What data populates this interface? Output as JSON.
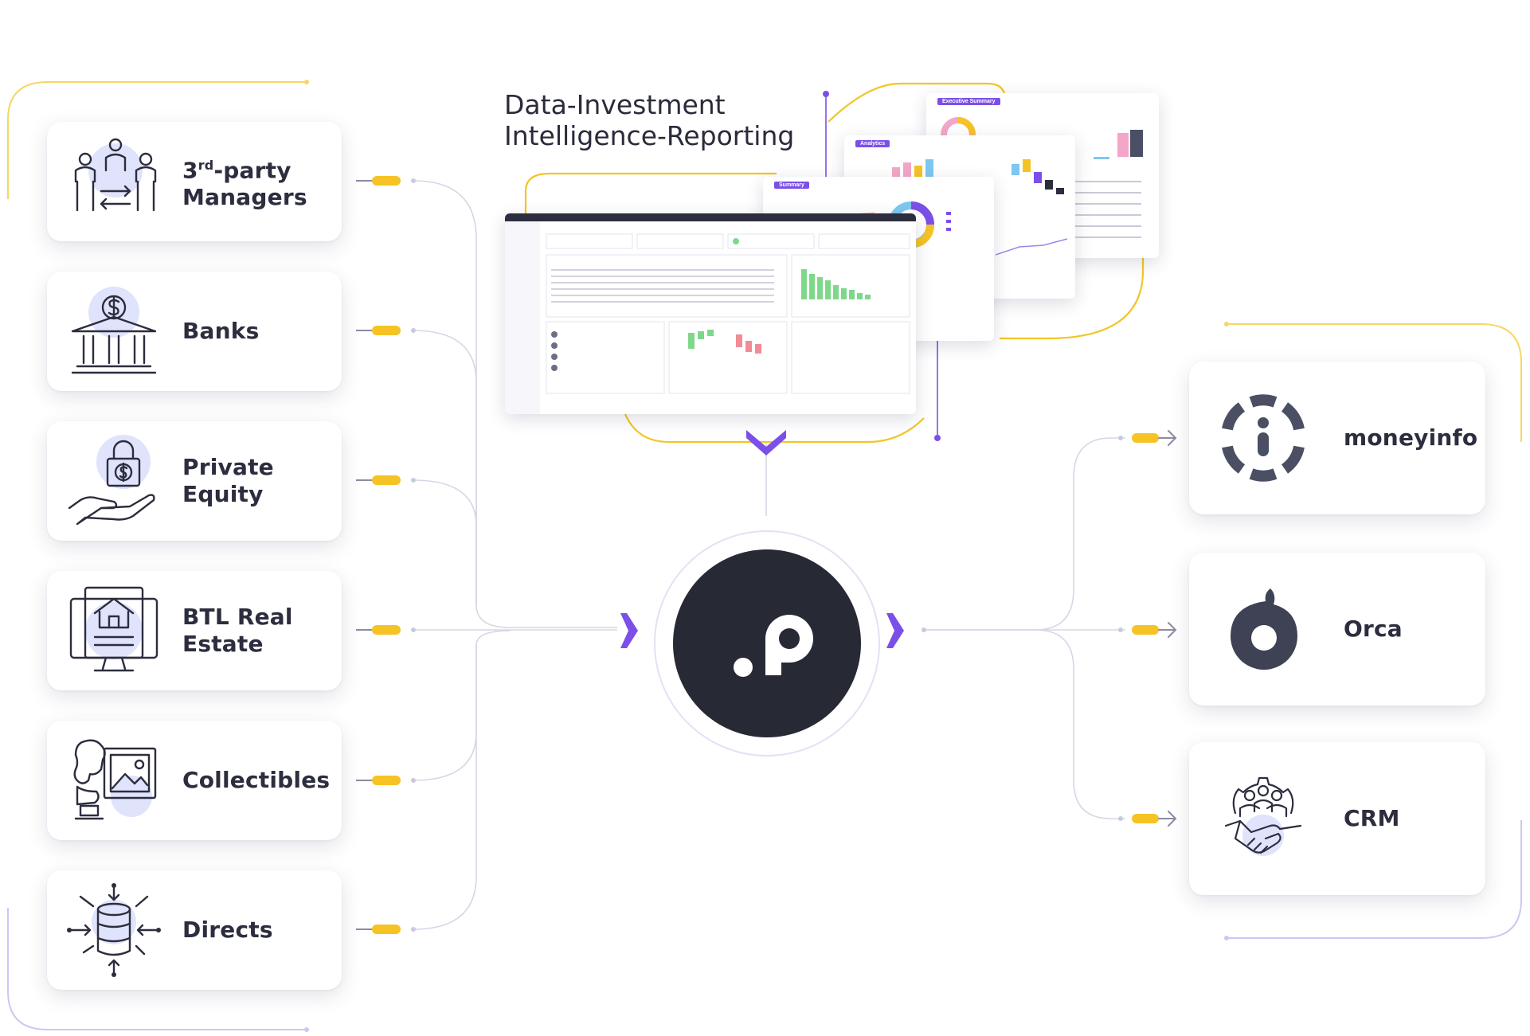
{
  "title": {
    "line1": "Data-Investment",
    "line2": "Intelligence-Reporting"
  },
  "sources": [
    {
      "id": "3rd-party-managers",
      "line1": "3",
      "sup": "rd",
      "line1b": "-party",
      "line2": "Managers",
      "icon": "managers-icon"
    },
    {
      "id": "banks",
      "line1": "Banks",
      "icon": "bank-icon"
    },
    {
      "id": "private-equity",
      "line1": "Private",
      "line2": "Equity",
      "icon": "locked-dollar-hand-icon"
    },
    {
      "id": "btl-real-estate",
      "line1": "BTL Real",
      "line2": "Estate",
      "icon": "house-monitor-icon"
    },
    {
      "id": "collectibles",
      "line1": "Collectibles",
      "icon": "art-bust-icon"
    },
    {
      "id": "directs",
      "line1": "Directs",
      "icon": "database-arrows-icon"
    }
  ],
  "destinations": [
    {
      "id": "moneyinfo",
      "label": "moneyinfo",
      "icon": "moneyinfo-logo-icon"
    },
    {
      "id": "orca",
      "label": "Orca",
      "icon": "orca-logo-icon"
    },
    {
      "id": "crm",
      "label": "CRM",
      "icon": "crm-handshake-icon"
    }
  ],
  "hub": {
    "logo_text": ".p",
    "icon": "pillar-logo-icon"
  },
  "screenshots": {
    "summary_tag": "Summary",
    "analytics_tag": "Analytics",
    "executive_tag": "Executive Summary"
  },
  "colors": {
    "accent": "#7b4fe8",
    "connector": "#f6c325",
    "hub": "#272935",
    "text": "#2c2d3e",
    "icon_bg": "#dfe3fb"
  }
}
